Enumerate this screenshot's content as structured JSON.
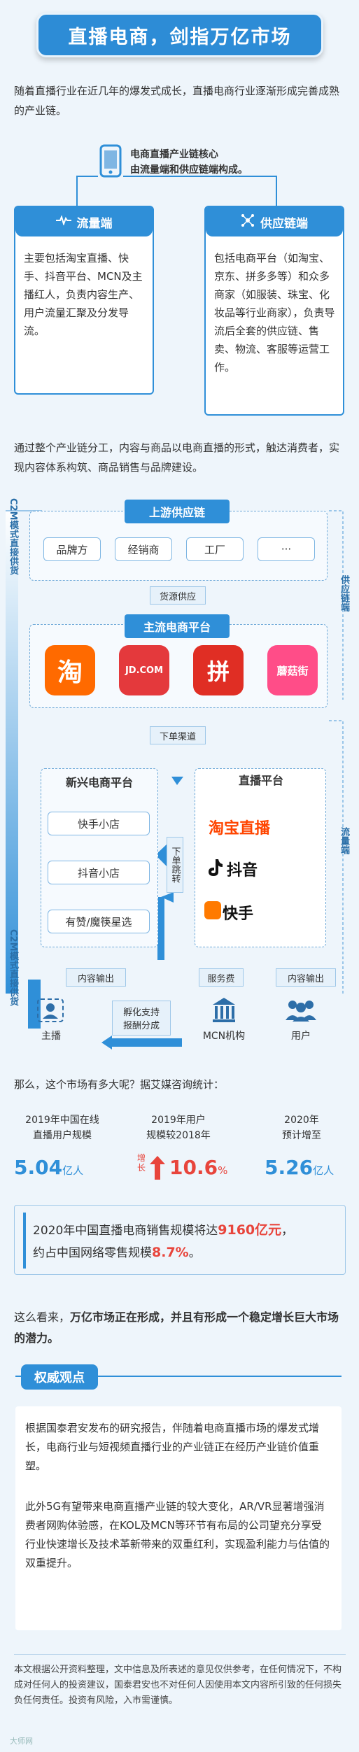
{
  "title": "直播电商，剑指万亿市场",
  "intro": "随着直播行业在近几年的爆发式成长，直播电商行业逐渐形成完善成熟的产业链。",
  "core": {
    "line1": "电商直播产业链核心",
    "line2": "由流量端和供应链端构成。"
  },
  "traffic_card": {
    "title": "流量端",
    "text": "主要包括淘宝直播、快手、抖音平台、MCN及主播红人，负责内容生产、用户流量汇聚及分发导流。"
  },
  "supply_card": {
    "title": "供应链端",
    "text": "包括电商平台（如淘宝、京东、拼多多等）和众多商家（如服装、珠宝、化妆品等行业商家），负责导流后全套的供应链、售卖、物流、客服等运营工作。"
  },
  "division_text": "通过整个产业链分工，内容与商品以电商直播的形式，触达消费者，实现内容体系构筑、商品销售与品牌建设。",
  "diagram": {
    "upstream": "上游供应链",
    "upstream_items": [
      "品牌方",
      "经销商",
      "工厂",
      "···"
    ],
    "supply_chain_side": "供应链端",
    "c2m_top": "C2M模式直接供货",
    "c2m_bottom": "C2M模式直接供货",
    "goods_supply": "货源供应",
    "main_platforms": "主流电商平台",
    "apps": [
      "淘",
      "JD.COM",
      "拼",
      "蘑菇街"
    ],
    "lower_channel": "下单渠道",
    "emerging": "新兴电商平台",
    "emerging_items": [
      "快手小店",
      "抖音小店",
      "有赞/魔筷星选"
    ],
    "order_jump": "下单跳转",
    "live_platforms": "直播平台",
    "live_items": [
      "淘宝直播",
      "抖音",
      "快手"
    ],
    "traffic_side": "流量端",
    "content_out_left": "内容输出",
    "service_fee": "服务费",
    "content_out_right": "内容输出",
    "incubate1": "孵化支持",
    "incubate2": "报酬分成",
    "anchor": "主播",
    "mcn": "MCN机构",
    "user": "用户"
  },
  "question": "那么，这个市场有多大呢？据艾媒咨询统计：",
  "stats": [
    {
      "label1": "2019年中国在线",
      "label2": "直播用户规模",
      "value": "5.04",
      "unit": "亿人"
    },
    {
      "label1": "2019年用户",
      "label2": "规模较2018年",
      "prefix": "增长",
      "value": "10.6",
      "unit": "%"
    },
    {
      "label1": "2020年",
      "label2": "预计增至",
      "value": "5.26",
      "unit": "亿人"
    }
  ],
  "sales": {
    "line1_a": "2020年中国直播电商销售规模将达",
    "line1_b": "9160亿元",
    "line1_c": "，",
    "line2_a": "约占中国网络零售规模",
    "line2_b": "8.7%",
    "line2_c": "。"
  },
  "conclusion_a": "这么看来，",
  "conclusion_b": "万亿市场正在形成，并且有形成一个稳定增长巨大市场的潜力。",
  "opinion_title": "权威观点",
  "opinion_p1": "根据国泰君安发布的研究报告，伴随着电商直播市场的爆发式增长，电商行业与短视频直播行业的产业链正在经历产业链价值重塑。",
  "opinion_p2": "此外5G有望带来电商直播产业链的较大变化，AR/VR显著增强消费者网购体验感，在KOL及MCN等环节有布局的公司望充分享受行业快速增长及技术革新带来的双重红利，实现盈利能力与估值的双重提升。",
  "disclaimer": "本文根据公开资料整理，文中信息及所表述的意见仅供参考，在任何情况下，不构成对任何人的投资建议，国泰君安也不对任何人因使用本文内容所引致的任何损失负任何责任。投资有风险，入市需谨慎。",
  "watermark": "大师网",
  "colors": {
    "accent": "#2f8fd8",
    "highlight": "#e8453c"
  }
}
